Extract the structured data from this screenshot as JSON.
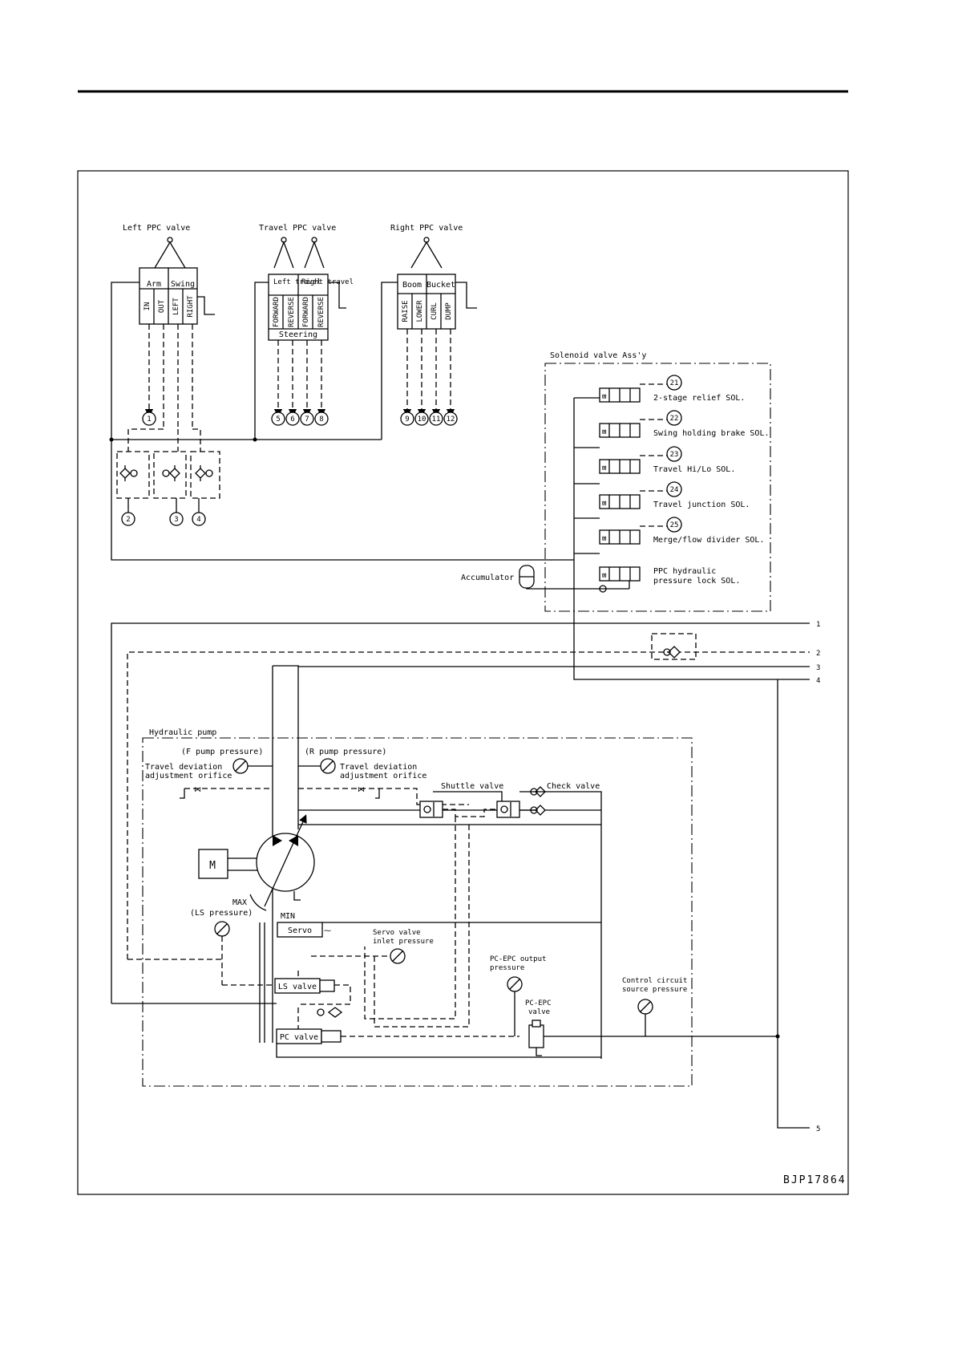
{
  "diagram": {
    "code": "BJP17864",
    "ppc_valves": {
      "left": {
        "title": "Left PPC valve",
        "ports": [
          "Arm",
          "Swing"
        ],
        "positions": [
          "IN",
          "OUT",
          "LEFT",
          "RIGHT"
        ]
      },
      "travel": {
        "title": "Travel PPC valve",
        "ports": [
          "Left travel",
          "Right travel"
        ],
        "positions": [
          "FORWARD",
          "REVERSE",
          "FORWARD",
          "REVERSE"
        ],
        "footer": "Steering"
      },
      "right": {
        "title": "Right PPC valve",
        "ports": [
          "Boom",
          "Bucket"
        ],
        "positions": [
          "RAISE",
          "LOWER",
          "CURL",
          "DUMP"
        ]
      }
    },
    "solenoid_assy": {
      "title": "Solenoid valve Ass'y",
      "solenoids": [
        {
          "num": "21",
          "label": "2-stage relief SOL."
        },
        {
          "num": "22",
          "label": "Swing holding brake SOL."
        },
        {
          "num": "23",
          "label": "Travel Hi/Lo SOL."
        },
        {
          "num": "24",
          "label": "Travel junction SOL."
        },
        {
          "num": "25",
          "label": "Merge/flow divider SOL."
        },
        {
          "num": "",
          "label": "PPC hydraulic pressure lock SOL."
        }
      ]
    },
    "accumulator": "Accumulator",
    "port_numbers": [
      "1",
      "2",
      "3",
      "4",
      "5",
      "6",
      "7",
      "8",
      "9",
      "10",
      "11",
      "12"
    ],
    "line_numbers": [
      "1",
      "2",
      "3",
      "4",
      "5"
    ],
    "pump": {
      "title": "Hydraulic pump",
      "f_pressure": "(F pump pressure)",
      "r_pressure": "(R pump pressure)",
      "orifice": "Travel deviation adjustment orifice",
      "shuttle": "Shuttle valve",
      "check": "Check valve",
      "motor": "M",
      "max": "MAX",
      "min": "MIN",
      "ls_pressure": "(LS pressure)",
      "servo": "Servo",
      "ls_valve": "LS valve",
      "pc_valve": "PC valve",
      "servo_inlet": "Servo valve inlet pressure",
      "pc_epc_output": "PC-EPC output pressure",
      "pc_epc_valve": "PC-EPC valve",
      "control_source": "Control circuit source pressure"
    }
  }
}
